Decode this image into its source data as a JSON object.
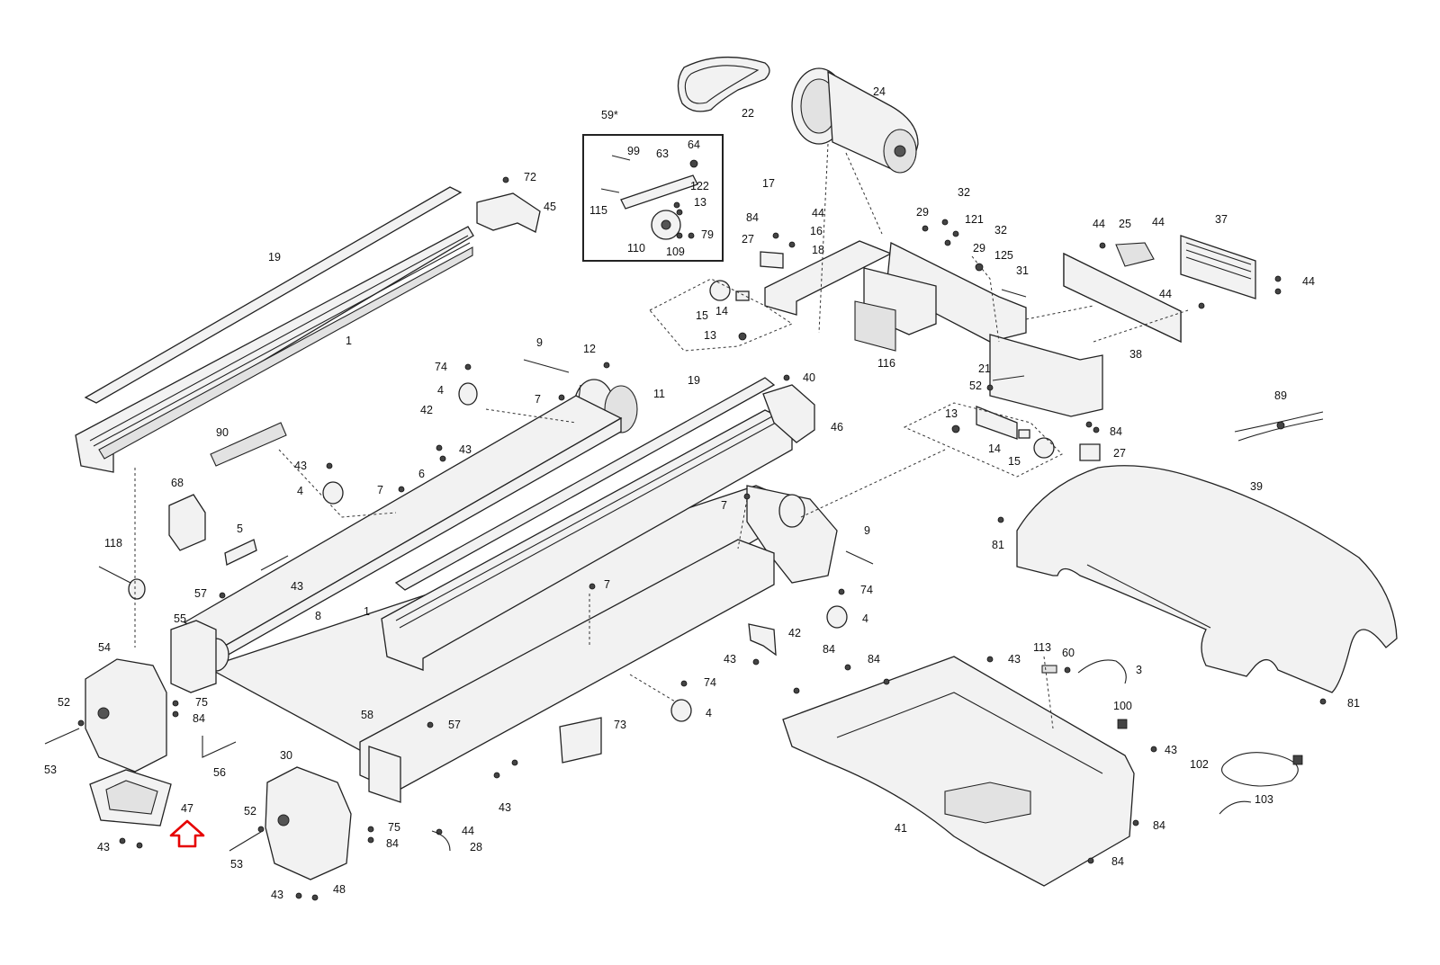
{
  "diagram": {
    "inset_label": "59*",
    "parts": [
      {
        "id": "p24",
        "text": "24"
      },
      {
        "id": "p22",
        "text": "22"
      },
      {
        "id": "p59",
        "text": "59*"
      },
      {
        "id": "p99",
        "text": "99"
      },
      {
        "id": "p63",
        "text": "63"
      },
      {
        "id": "p64",
        "text": "64"
      },
      {
        "id": "p122",
        "text": "122"
      },
      {
        "id": "p115",
        "text": "115"
      },
      {
        "id": "p13a",
        "text": "13"
      },
      {
        "id": "p110",
        "text": "110"
      },
      {
        "id": "p109",
        "text": "109"
      },
      {
        "id": "p79",
        "text": "79"
      },
      {
        "id": "p72",
        "text": "72"
      },
      {
        "id": "p45",
        "text": "45"
      },
      {
        "id": "p19a",
        "text": "19"
      },
      {
        "id": "p1a",
        "text": "1"
      },
      {
        "id": "p17",
        "text": "17"
      },
      {
        "id": "p84a",
        "text": "84"
      },
      {
        "id": "p44a",
        "text": "44"
      },
      {
        "id": "p16",
        "text": "16"
      },
      {
        "id": "p27a",
        "text": "27"
      },
      {
        "id": "p18",
        "text": "18"
      },
      {
        "id": "p29a",
        "text": "29"
      },
      {
        "id": "p32a",
        "text": "32"
      },
      {
        "id": "p121",
        "text": "121"
      },
      {
        "id": "p32b",
        "text": "32"
      },
      {
        "id": "p29b",
        "text": "29"
      },
      {
        "id": "p125",
        "text": "125"
      },
      {
        "id": "p31",
        "text": "31"
      },
      {
        "id": "p116",
        "text": "116"
      },
      {
        "id": "p15a",
        "text": "15"
      },
      {
        "id": "p14a",
        "text": "14"
      },
      {
        "id": "p13b",
        "text": "13"
      },
      {
        "id": "p44b",
        "text": "44"
      },
      {
        "id": "p25",
        "text": "25"
      },
      {
        "id": "p44c",
        "text": "44"
      },
      {
        "id": "p37",
        "text": "37"
      },
      {
        "id": "p44d",
        "text": "44"
      },
      {
        "id": "p44e",
        "text": "44"
      },
      {
        "id": "p38",
        "text": "38"
      },
      {
        "id": "p9a",
        "text": "9"
      },
      {
        "id": "p12",
        "text": "12"
      },
      {
        "id": "p74a",
        "text": "74"
      },
      {
        "id": "p4a",
        "text": "4"
      },
      {
        "id": "p7a",
        "text": "7"
      },
      {
        "id": "p11",
        "text": "11"
      },
      {
        "id": "p19b",
        "text": "19"
      },
      {
        "id": "p40",
        "text": "40"
      },
      {
        "id": "p46",
        "text": "46"
      },
      {
        "id": "p42a",
        "text": "42"
      },
      {
        "id": "p43a",
        "text": "43"
      },
      {
        "id": "p90",
        "text": "90"
      },
      {
        "id": "p43b",
        "text": "43"
      },
      {
        "id": "p4b",
        "text": "4"
      },
      {
        "id": "p7b",
        "text": "7"
      },
      {
        "id": "p6",
        "text": "6"
      },
      {
        "id": "p68",
        "text": "68"
      },
      {
        "id": "p5",
        "text": "5"
      },
      {
        "id": "p43c",
        "text": "43"
      },
      {
        "id": "p118",
        "text": "118"
      },
      {
        "id": "p57a",
        "text": "57"
      },
      {
        "id": "p55",
        "text": "55"
      },
      {
        "id": "p8",
        "text": "8"
      },
      {
        "id": "p54",
        "text": "54"
      },
      {
        "id": "p52a",
        "text": "52"
      },
      {
        "id": "p75a",
        "text": "75"
      },
      {
        "id": "p84b",
        "text": "84"
      },
      {
        "id": "p53a",
        "text": "53"
      },
      {
        "id": "p56",
        "text": "56"
      },
      {
        "id": "p47",
        "text": "47"
      },
      {
        "id": "p43d",
        "text": "43"
      },
      {
        "id": "p30",
        "text": "30"
      },
      {
        "id": "p52b",
        "text": "52"
      },
      {
        "id": "p53b",
        "text": "53"
      },
      {
        "id": "p75b",
        "text": "75"
      },
      {
        "id": "p84c",
        "text": "84"
      },
      {
        "id": "p43e",
        "text": "43"
      },
      {
        "id": "p48",
        "text": "48"
      },
      {
        "id": "p44f",
        "text": "44"
      },
      {
        "id": "p28",
        "text": "28"
      },
      {
        "id": "p58",
        "text": "58"
      },
      {
        "id": "p57b",
        "text": "57"
      },
      {
        "id": "p43f",
        "text": "43"
      },
      {
        "id": "p73",
        "text": "73"
      },
      {
        "id": "p1b",
        "text": "1"
      },
      {
        "id": "p7c",
        "text": "7"
      },
      {
        "id": "p7d",
        "text": "7"
      },
      {
        "id": "p9b",
        "text": "9"
      },
      {
        "id": "p74b",
        "text": "74"
      },
      {
        "id": "p4c",
        "text": "4"
      },
      {
        "id": "p42b",
        "text": "42"
      },
      {
        "id": "p43g",
        "text": "43"
      },
      {
        "id": "p74c",
        "text": "74"
      },
      {
        "id": "p4d",
        "text": "4"
      },
      {
        "id": "p21",
        "text": "21"
      },
      {
        "id": "p52c",
        "text": "52"
      },
      {
        "id": "p13c",
        "text": "13"
      },
      {
        "id": "p14b",
        "text": "14"
      },
      {
        "id": "p15b",
        "text": "15"
      },
      {
        "id": "p84d",
        "text": "84"
      },
      {
        "id": "p27b",
        "text": "27"
      },
      {
        "id": "p89",
        "text": "89"
      },
      {
        "id": "p39",
        "text": "39"
      },
      {
        "id": "p81a",
        "text": "81"
      },
      {
        "id": "p81b",
        "text": "81"
      },
      {
        "id": "p84e",
        "text": "84"
      },
      {
        "id": "p84f",
        "text": "84"
      },
      {
        "id": "p43h",
        "text": "43"
      },
      {
        "id": "p113",
        "text": "113"
      },
      {
        "id": "p60",
        "text": "60"
      },
      {
        "id": "p3",
        "text": "3"
      },
      {
        "id": "p100",
        "text": "100"
      },
      {
        "id": "p43i",
        "text": "43"
      },
      {
        "id": "p102",
        "text": "102"
      },
      {
        "id": "p103",
        "text": "103"
      },
      {
        "id": "p41",
        "text": "41"
      },
      {
        "id": "p84g",
        "text": "84"
      },
      {
        "id": "p84h",
        "text": "84"
      }
    ]
  },
  "highlight": {
    "part_number": "47",
    "color": "#e60000",
    "icon": "up-arrow-icon"
  }
}
